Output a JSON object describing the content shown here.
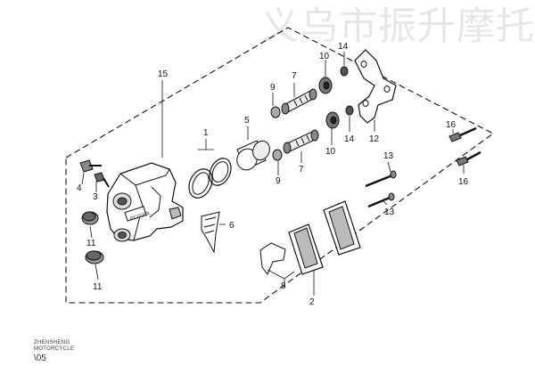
{
  "watermark": "义乌市振升摩托",
  "footer": {
    "brand_line1": "ZHENSHENG",
    "brand_line2": "MOTORCYCLE",
    "code": "\\05"
  },
  "callouts": {
    "n1": "1",
    "n2": "2",
    "n3": "3",
    "n4": "4",
    "n5": "5",
    "n6": "6",
    "n7a": "7",
    "n7b": "7",
    "n8": "8",
    "n9a": "9",
    "n9b": "9",
    "n10a": "10",
    "n10b": "10",
    "n11a": "11",
    "n11b": "11",
    "n12": "12",
    "n13a": "13",
    "n13b": "13",
    "n14a": "14",
    "n14b": "14",
    "n15": "15",
    "n16a": "16",
    "n16b": "16"
  },
  "caliper_mark": "PCO2OL"
}
